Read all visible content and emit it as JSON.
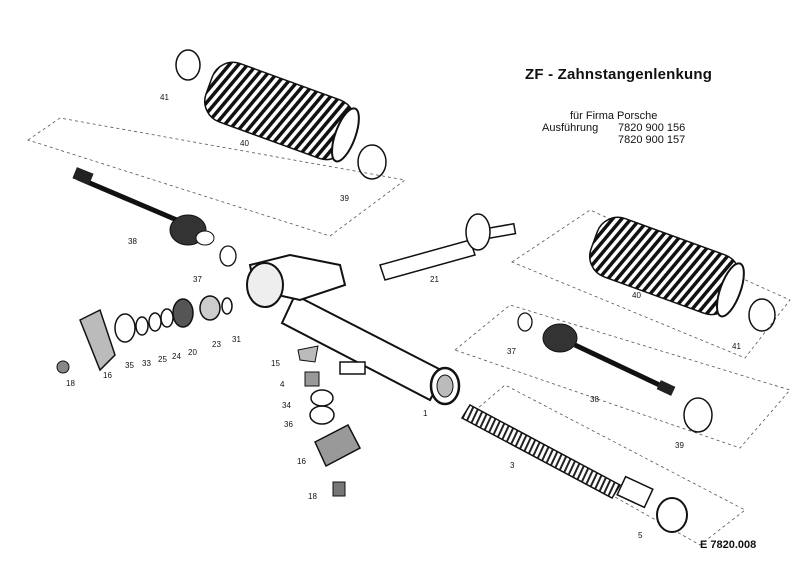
{
  "title": "ZF - Zahnstangenlenkung",
  "subtitle": {
    "line1": "für Firma Porsche",
    "line2_label": "Ausführung",
    "line2_value": "7820 900 156",
    "line3_value": "7820 900 157"
  },
  "drawing_code": "E 7820.008",
  "callouts": [
    {
      "id": "c41a",
      "label": "41"
    },
    {
      "id": "c40a",
      "label": "40"
    },
    {
      "id": "c39a",
      "label": "39"
    },
    {
      "id": "c38a",
      "label": "38"
    },
    {
      "id": "c37a",
      "label": "37"
    },
    {
      "id": "c21",
      "label": "21"
    },
    {
      "id": "c40b",
      "label": "40"
    },
    {
      "id": "c41b",
      "label": "41"
    },
    {
      "id": "c37b",
      "label": "37"
    },
    {
      "id": "c38b",
      "label": "38"
    },
    {
      "id": "c39b",
      "label": "39"
    },
    {
      "id": "c16a",
      "label": "16"
    },
    {
      "id": "c35",
      "label": "35"
    },
    {
      "id": "c33",
      "label": "33"
    },
    {
      "id": "c25",
      "label": "25"
    },
    {
      "id": "c24",
      "label": "24"
    },
    {
      "id": "c20",
      "label": "20"
    },
    {
      "id": "c23",
      "label": "23"
    },
    {
      "id": "c31",
      "label": "31"
    },
    {
      "id": "c18a",
      "label": "18"
    },
    {
      "id": "c15",
      "label": "15"
    },
    {
      "id": "c4",
      "label": "4"
    },
    {
      "id": "c34",
      "label": "34"
    },
    {
      "id": "c36",
      "label": "36"
    },
    {
      "id": "c16b",
      "label": "16"
    },
    {
      "id": "c18b",
      "label": "18"
    },
    {
      "id": "c1",
      "label": "1"
    },
    {
      "id": "c3",
      "label": "3"
    },
    {
      "id": "c5",
      "label": "5"
    }
  ]
}
